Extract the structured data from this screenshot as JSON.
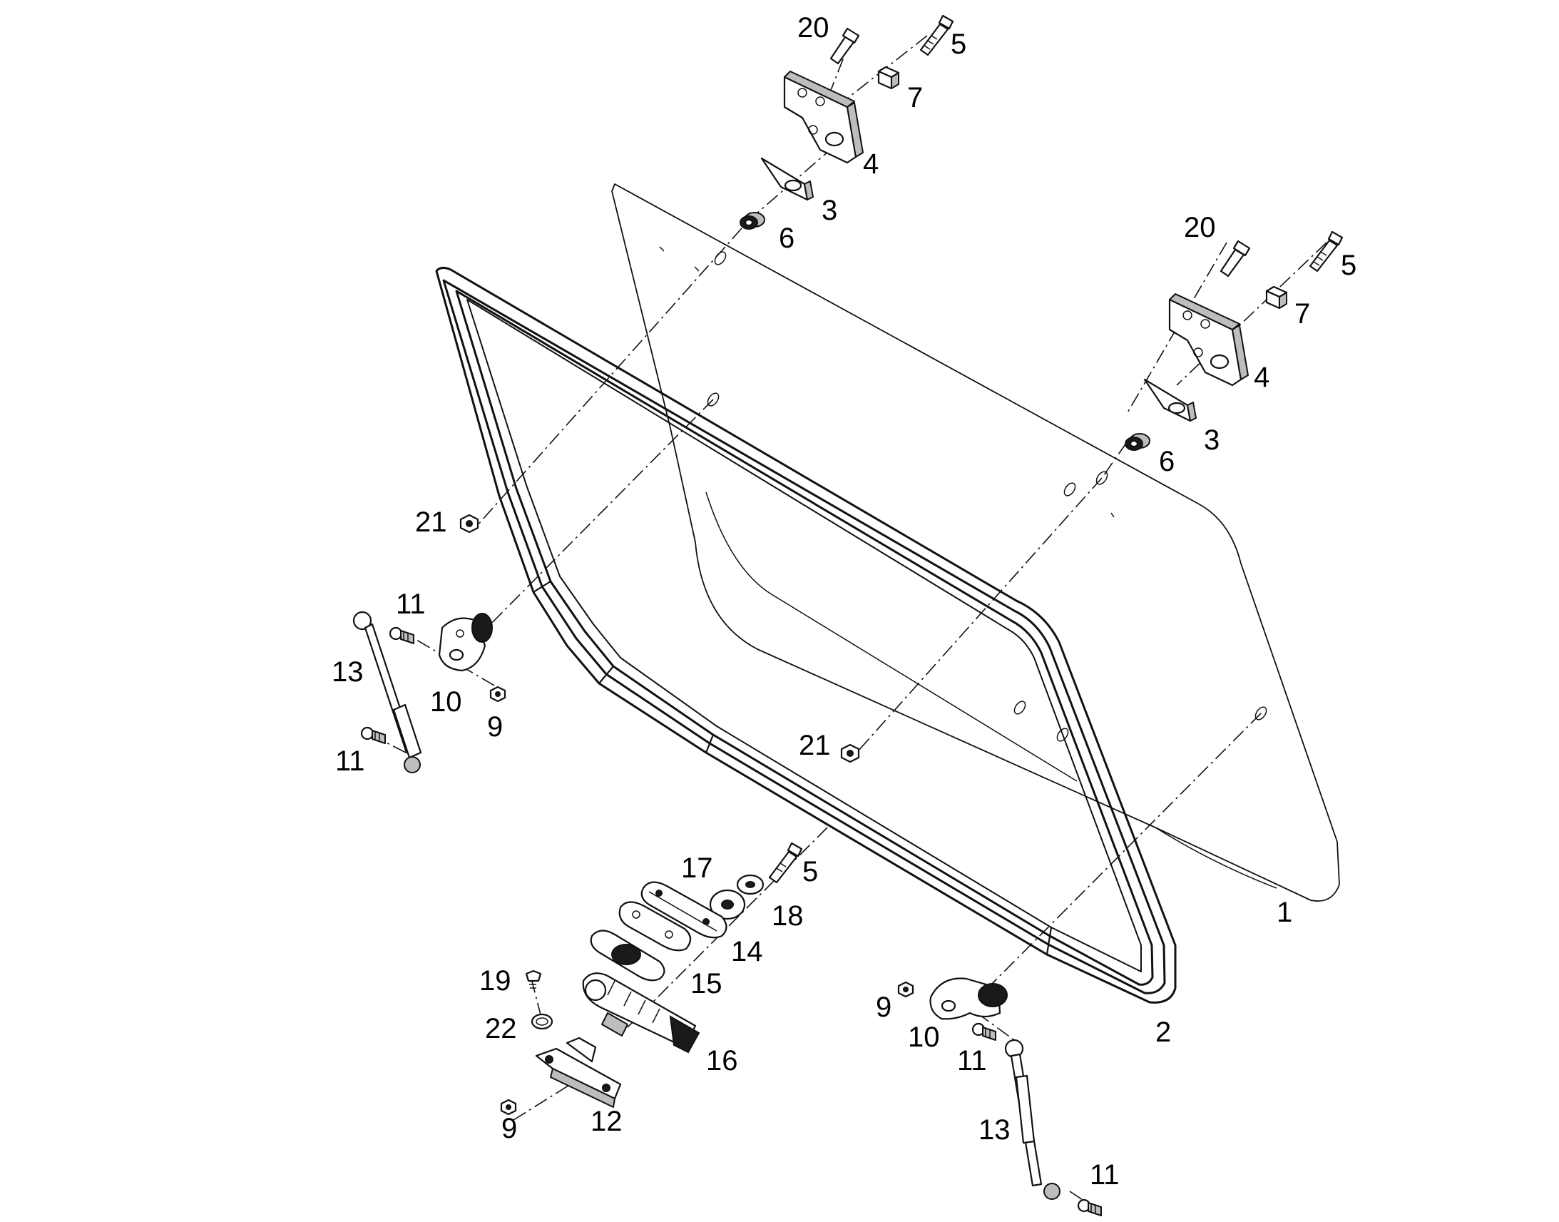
{
  "callouts": [
    {
      "id": "c1",
      "text": "20"
    },
    {
      "id": "c2",
      "text": "5"
    },
    {
      "id": "c3",
      "text": "7"
    },
    {
      "id": "c4",
      "text": "4"
    },
    {
      "id": "c5",
      "text": "3"
    },
    {
      "id": "c6",
      "text": "6"
    },
    {
      "id": "c7",
      "text": "20"
    },
    {
      "id": "c8",
      "text": "5"
    },
    {
      "id": "c9",
      "text": "7"
    },
    {
      "id": "c10",
      "text": "4"
    },
    {
      "id": "c11",
      "text": "3"
    },
    {
      "id": "c12",
      "text": "6"
    },
    {
      "id": "c13",
      "text": "21"
    },
    {
      "id": "c14",
      "text": "11"
    },
    {
      "id": "c15",
      "text": "13"
    },
    {
      "id": "c16",
      "text": "10"
    },
    {
      "id": "c17",
      "text": "9"
    },
    {
      "id": "c18",
      "text": "11"
    },
    {
      "id": "c19",
      "text": "21"
    },
    {
      "id": "c20",
      "text": "17"
    },
    {
      "id": "c21",
      "text": "5"
    },
    {
      "id": "c22",
      "text": "18"
    },
    {
      "id": "c23",
      "text": "14"
    },
    {
      "id": "c24",
      "text": "15"
    },
    {
      "id": "c25",
      "text": "19"
    },
    {
      "id": "c26",
      "text": "22"
    },
    {
      "id": "c27",
      "text": "16"
    },
    {
      "id": "c28",
      "text": "9"
    },
    {
      "id": "c29",
      "text": "12"
    },
    {
      "id": "c30",
      "text": "1"
    },
    {
      "id": "c31",
      "text": "2"
    },
    {
      "id": "c32",
      "text": "9"
    },
    {
      "id": "c33",
      "text": "10"
    },
    {
      "id": "c34",
      "text": "11"
    },
    {
      "id": "c35",
      "text": "13"
    },
    {
      "id": "c36",
      "text": "11"
    }
  ]
}
